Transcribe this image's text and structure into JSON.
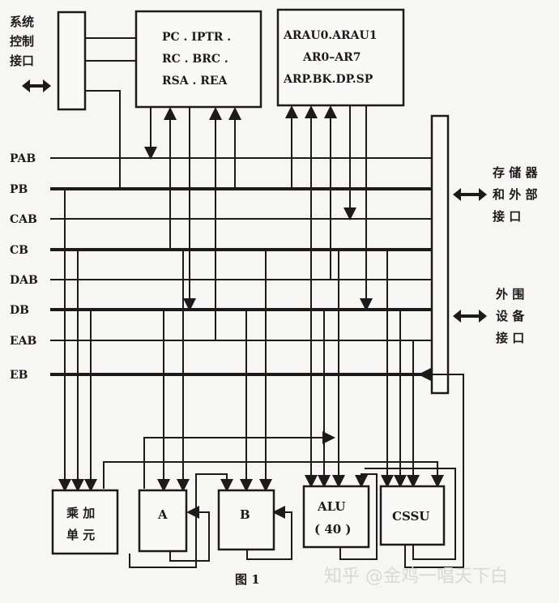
{
  "left_interface": {
    "lines": [
      "系统",
      "控制",
      "接口"
    ]
  },
  "register_box_1": {
    "lines": [
      "PC . IPTR .",
      "RC . BRC .",
      "RSA . REA"
    ]
  },
  "register_box_2": {
    "lines": [
      "ARAU0.ARAU1",
      "AR0–AR7",
      "ARP.BK.DP.SP"
    ]
  },
  "buses": [
    "PAB",
    "PB",
    "CAB",
    "CB",
    "DAB",
    "DB",
    "EAB",
    "EB"
  ],
  "memory_interface": {
    "lines": [
      "存 储 器",
      "和 外 部",
      "接 口"
    ]
  },
  "peripheral_interface": {
    "lines": [
      "外 围",
      "设 备",
      "接 口"
    ]
  },
  "units": {
    "mac": [
      "乘 加",
      "单 元"
    ],
    "a": "A",
    "b": "B",
    "alu": [
      "ALU",
      "( 40 )"
    ],
    "cssu": "CSSU"
  },
  "caption": "图 1",
  "watermark": "知乎 @金鸡一唱天下白"
}
